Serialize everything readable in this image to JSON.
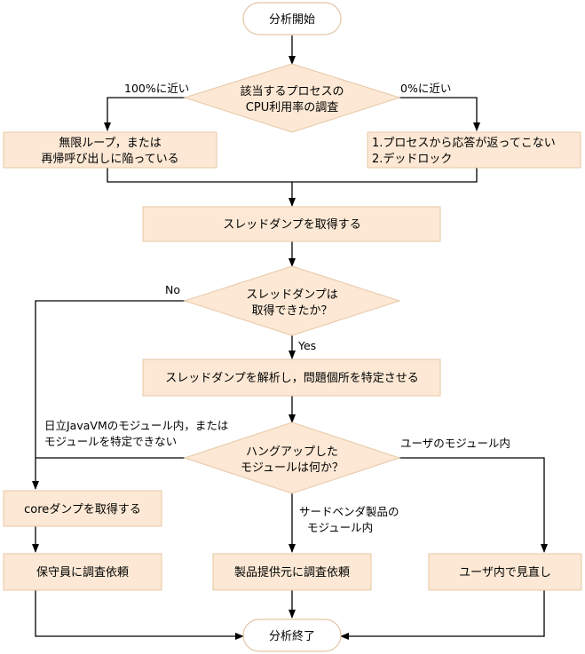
{
  "nodes": {
    "start": "分析開始",
    "decision_cpu": [
      "該当するプロセスの",
      "CPU利用率の調査"
    ],
    "infinite_loop": [
      "無限ループ，または",
      "再帰呼び出しに陥っている"
    ],
    "no_response": [
      "1.プロセスから応答が返ってこない",
      "2.デッドロック"
    ],
    "take_thread_dump": "スレッドダンプを取得する",
    "decision_thread_dump": [
      "スレッドダンプは",
      "取得できたか？"
    ],
    "analyze_thread_dump": "スレッドダンプを解析し，問題個所を特定させる",
    "decision_hang_module": [
      "ハングアップした",
      "モジュールは何か？"
    ],
    "take_core_dump": "coreダンプを取得する",
    "request_maintenance": "保守員に調査依頼",
    "request_vendor": "製品提供元に調査依頼",
    "user_review": "ユーザ内で見直し",
    "end": "分析終了"
  },
  "edge_labels": {
    "cpu_100": "100%に近い",
    "cpu_0": "0%に近い",
    "dump_no": "No",
    "dump_yes": "Yes",
    "hitachi_module": [
      "日立JavaVMのモジュール内，または",
      "モジュールを特定できない"
    ],
    "user_module": "ユーザのモジュール内",
    "third_party_module": [
      "サードベンダ製品の",
      "モジュール内"
    ]
  }
}
